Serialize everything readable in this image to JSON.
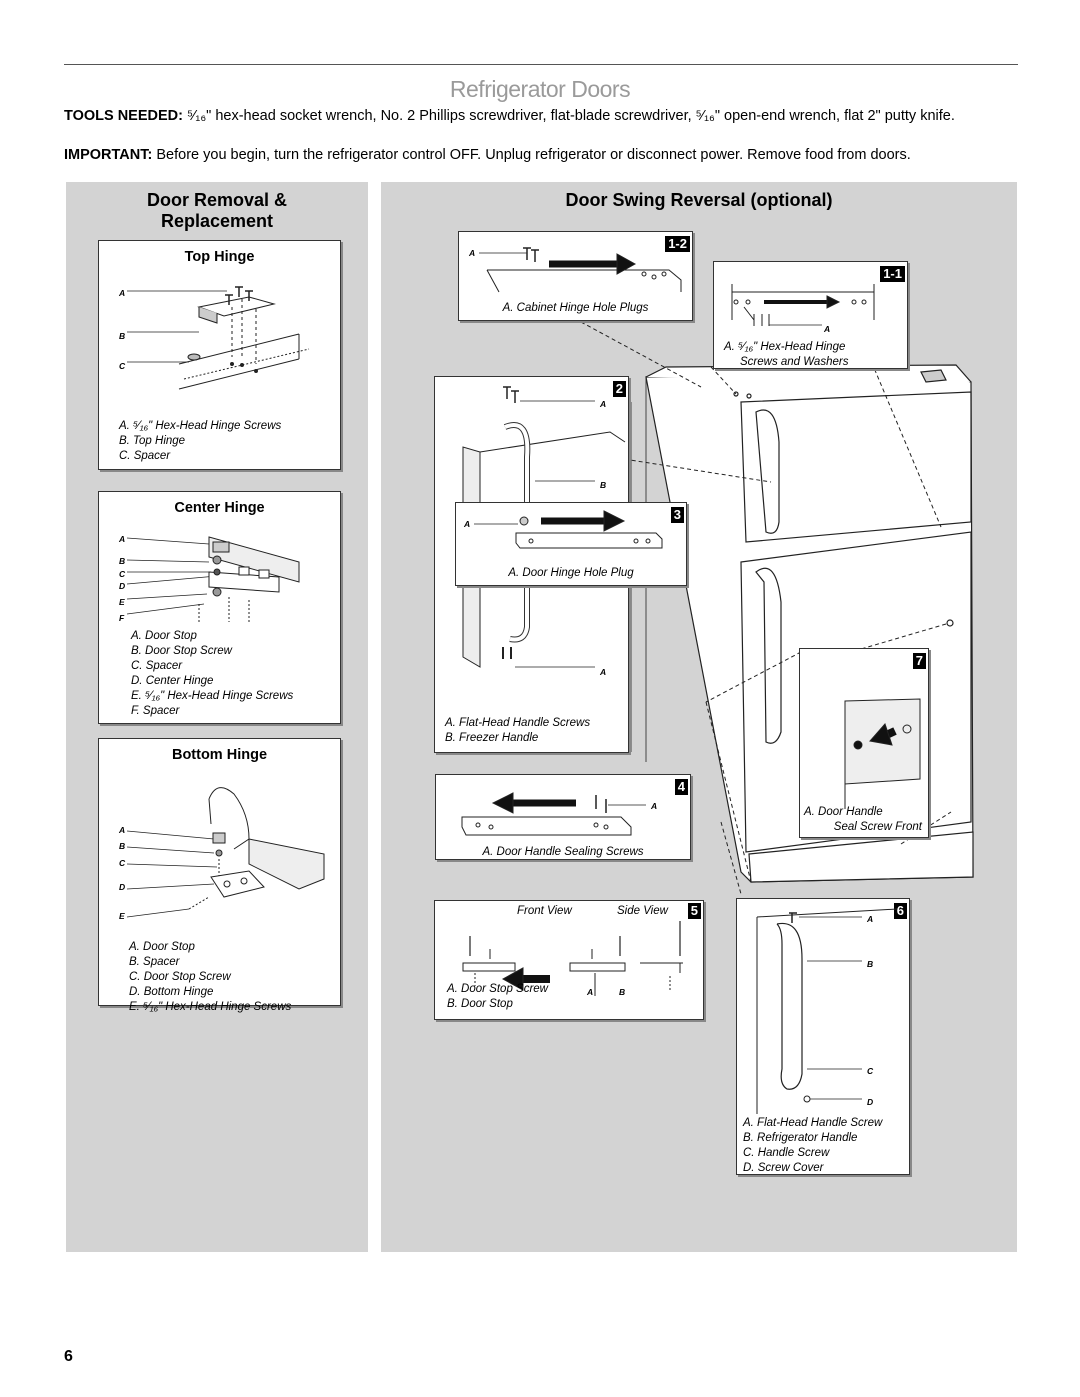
{
  "page": {
    "title": "Refrigerator Doors",
    "tools_label": "TOOLS NEEDED:",
    "tools_text": "⁵⁄₁₆\" hex-head socket wrench, No. 2 Phillips screwdriver, flat-blade screwdriver, ⁵⁄₁₆\" open-end wrench, flat 2\" putty knife.",
    "important_label": "IMPORTANT:",
    "important_text": "Before you begin, turn the refrigerator control OFF. Unplug refrigerator or disconnect power. Remove food from doors.",
    "page_number": "6"
  },
  "left": {
    "title_line1": "Door Removal &",
    "title_line2": "Replacement",
    "top_hinge": {
      "title": "Top Hinge",
      "letters": [
        "A",
        "B",
        "C"
      ],
      "legend": [
        "A. ⁵⁄₁₆\" Hex-Head Hinge Screws",
        "B. Top Hinge",
        "C. Spacer"
      ]
    },
    "center_hinge": {
      "title": "Center Hinge",
      "letters": [
        "A",
        "B",
        "C",
        "D",
        "E",
        "F"
      ],
      "legend": [
        "A. Door Stop",
        "B. Door Stop Screw",
        "C. Spacer",
        "D. Center Hinge",
        "E. ⁵⁄₁₆\" Hex-Head Hinge Screws",
        "F. Spacer"
      ]
    },
    "bottom_hinge": {
      "title": "Bottom Hinge",
      "letters": [
        "A",
        "B",
        "C",
        "D",
        "E"
      ],
      "legend": [
        "A. Door Stop",
        "B. Spacer",
        "C. Door Stop Screw",
        "D. Bottom Hinge",
        "E. ⁵⁄₁₆\" Hex-Head Hinge Screws"
      ]
    }
  },
  "right": {
    "title": "Door Swing Reversal (optional)",
    "step_1_2": {
      "badge": "1-2",
      "letter": "A",
      "caption": "A. Cabinet Hinge Hole Plugs"
    },
    "step_1_1": {
      "badge": "1-1",
      "letter": "A",
      "caption_line1": "A. ⁵⁄₁₆\" Hex-Head Hinge",
      "caption_line2": "Screws and Washers"
    },
    "step_2": {
      "badge": "2",
      "letters": [
        "A",
        "B",
        "A"
      ],
      "legend": [
        "A. Flat-Head Handle Screws",
        "B. Freezer Handle"
      ]
    },
    "step_3": {
      "badge": "3",
      "letter": "A",
      "caption": "A. Door Hinge Hole Plug"
    },
    "step_4": {
      "badge": "4",
      "letter": "A",
      "caption": "A. Door Handle Sealing Screws"
    },
    "step_5": {
      "badge": "5",
      "front_view": "Front View",
      "side_view": "Side View",
      "letters": [
        "A",
        "B"
      ],
      "legend": [
        "A. Door Stop Screw",
        "B. Door Stop"
      ]
    },
    "step_6": {
      "badge": "6",
      "letters": [
        "A",
        "B",
        "C",
        "D"
      ],
      "legend": [
        "A. Flat-Head Handle Screw",
        "B. Refrigerator Handle",
        "C. Handle Screw",
        "D. Screw Cover"
      ]
    },
    "step_7": {
      "badge": "7",
      "caption_line1": "A. Door Handle",
      "caption_line2": "Seal Screw Front"
    }
  }
}
